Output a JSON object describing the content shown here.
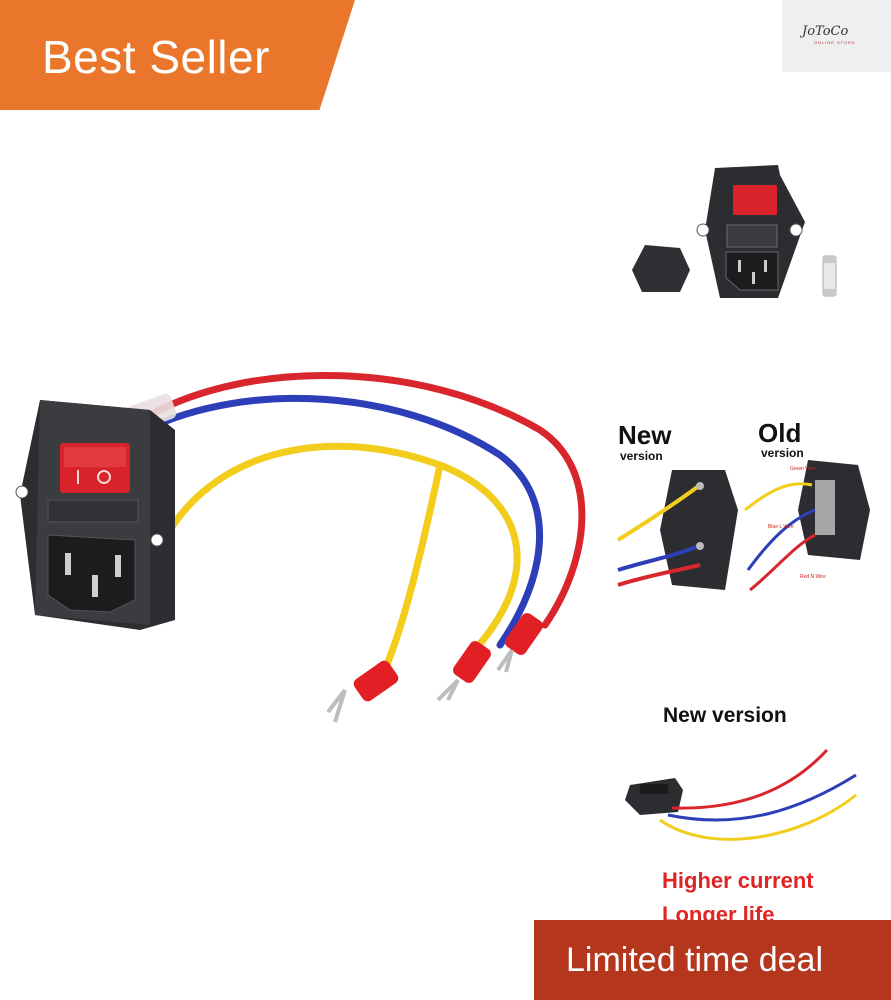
{
  "badges": {
    "top_left": "Best Seller",
    "bottom_right": "Limited time deal"
  },
  "brand": {
    "logo_text": "JoToCo",
    "logo_subtext": "ONLINE STORE"
  },
  "comparison": {
    "new_label": "New",
    "new_sub": "version",
    "old_label": "Old",
    "old_sub": "version",
    "wire_tags": [
      "Green Wire",
      "Blue L Wire",
      "Red N Wire"
    ]
  },
  "thumbnail_bottom": {
    "title": "New version",
    "line1": "Higher current",
    "line2": "Longer life"
  },
  "colors": {
    "best_seller_bg": "#e9762b",
    "deal_bg": "#b3361d",
    "wire_red": "#d9262c",
    "wire_blue": "#2c3fb8",
    "wire_yellow": "#f2cd1c",
    "switch_red": "#d8232a"
  }
}
